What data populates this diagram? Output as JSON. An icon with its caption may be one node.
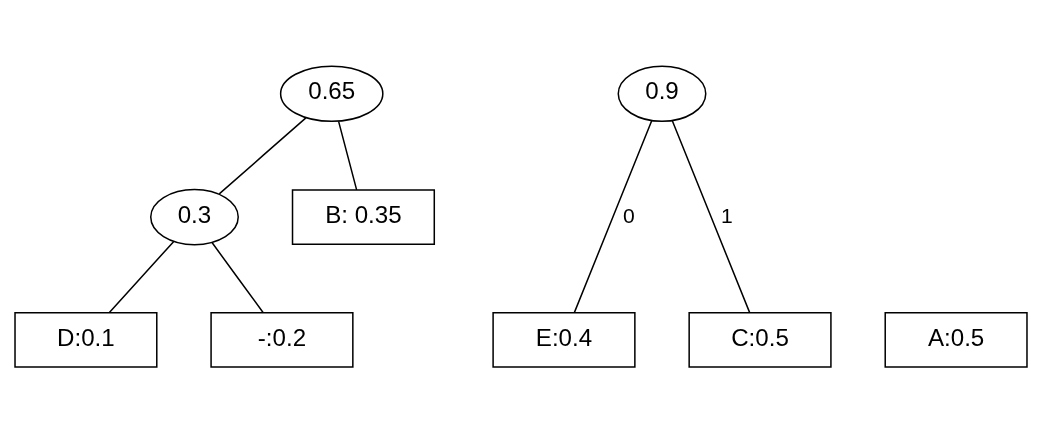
{
  "diagram": {
    "nodes": [
      {
        "text": [
          "0.65"
        ]
      },
      {
        "text": [
          "0.3"
        ]
      },
      {
        "text": [
          "B: 0.35"
        ]
      },
      {
        "text": [
          "0.9"
        ]
      },
      {
        "text": [
          "A:0.5"
        ]
      },
      {
        "text": [
          "D:0.1"
        ]
      },
      {
        "text": [
          "-:0.2"
        ]
      },
      {
        "text": [
          "E:0.4"
        ]
      },
      {
        "text": [
          "C:0.5"
        ]
      }
    ],
    "edges": [
      {
        "from": 0,
        "to": 1,
        "arrow": "none"
      },
      {
        "from": 0,
        "to": 2,
        "arrow": "none"
      },
      {
        "from": 1,
        "to": 5,
        "arrow": "none"
      },
      {
        "from": 1,
        "to": 6,
        "arrow": "none"
      },
      {
        "from": 3,
        "to": 7,
        "arrow": "none",
        "label": "0"
      },
      {
        "from": 3,
        "to": 8,
        "arrow": "none",
        "label": "1"
      }
    ]
  }
}
